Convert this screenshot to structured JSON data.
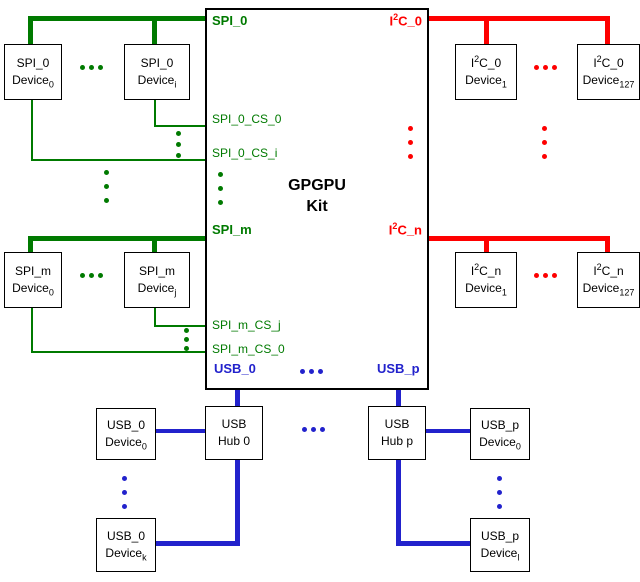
{
  "kit": {
    "name_line1": "GPGPU",
    "name_line2": "Kit"
  },
  "colors": {
    "spi": "#007a00",
    "i2c": "#fe0000",
    "usb": "#2222cc",
    "box_border": "#000000"
  },
  "spi": {
    "bus0": {
      "port": "SPI_0",
      "cs0": "SPI_0_CS_0",
      "csi": "SPI_0_CS_i",
      "devices": [
        {
          "bus": "SPI_0",
          "dev": "Device",
          "sub": "0"
        },
        {
          "bus": "SPI_0",
          "dev": "Device",
          "sub": "i"
        }
      ]
    },
    "busm": {
      "port": "SPI_m",
      "csj": "SPI_m_CS_j",
      "cs0": "SPI_m_CS_0",
      "devices": [
        {
          "bus": "SPI_m",
          "dev": "Device",
          "sub": "0"
        },
        {
          "bus": "SPI_m",
          "dev": "Device",
          "sub": "j"
        }
      ]
    }
  },
  "i2c": {
    "bus0": {
      "port_pre": "I",
      "port_sup": "2",
      "port_post": "C_0",
      "devices": [
        {
          "bus_pre": "I",
          "bus_sup": "2",
          "bus_post": "C_0",
          "dev": "Device",
          "sub": "1"
        },
        {
          "bus_pre": "I",
          "bus_sup": "2",
          "bus_post": "C_0",
          "dev": "Device",
          "sub": "127"
        }
      ]
    },
    "busn": {
      "port_pre": "I",
      "port_sup": "2",
      "port_post": "C_n",
      "devices": [
        {
          "bus_pre": "I",
          "bus_sup": "2",
          "bus_post": "C_n",
          "dev": "Device",
          "sub": "1"
        },
        {
          "bus_pre": "I",
          "bus_sup": "2",
          "bus_post": "C_n",
          "dev": "Device",
          "sub": "127"
        }
      ]
    }
  },
  "usb": {
    "port0": "USB_0",
    "portp": "USB_p",
    "hub0": {
      "line1": "USB",
      "line2": "Hub 0"
    },
    "hubp": {
      "line1": "USB",
      "line2": "Hub p"
    },
    "bus0_devices": [
      {
        "bus": "USB_0",
        "dev": "Device",
        "sub": "0"
      },
      {
        "bus": "USB_0",
        "dev": "Device",
        "sub": "k"
      }
    ],
    "busp_devices": [
      {
        "bus": "USB_p",
        "dev": "Device",
        "sub": "0"
      },
      {
        "bus": "USB_p",
        "dev": "Device",
        "sub": "l"
      }
    ]
  }
}
